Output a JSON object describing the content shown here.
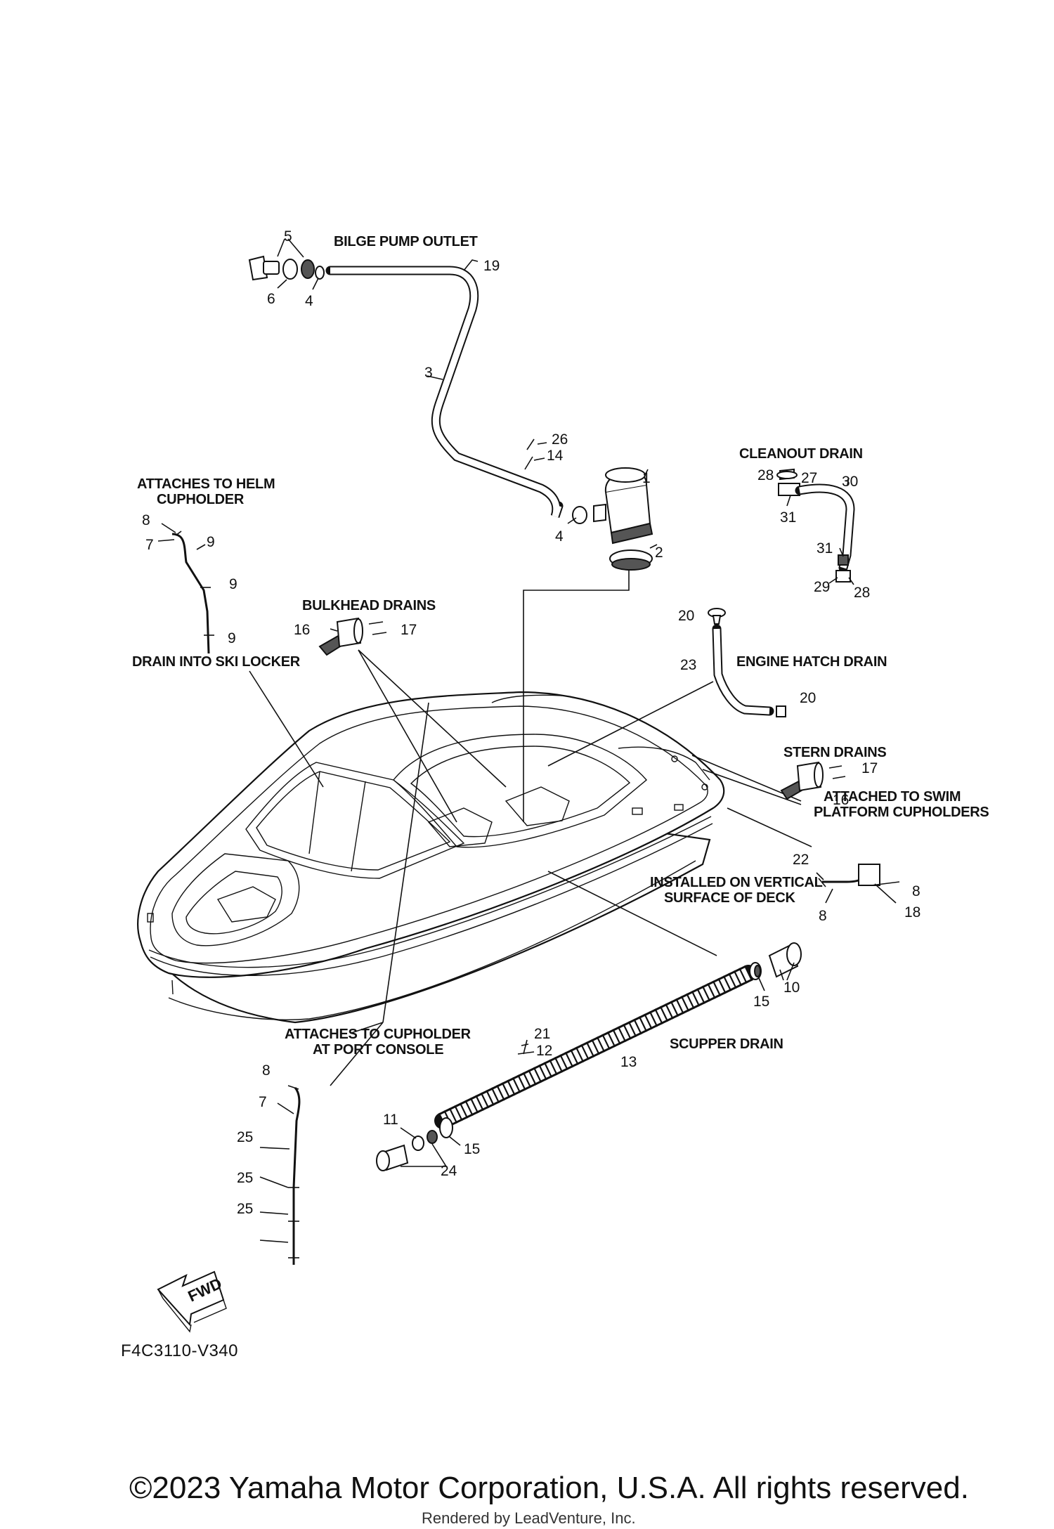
{
  "callouts": {
    "bilge_pump_outlet": "BILGE PUMP OUTLET",
    "cleanout_drain": "CLEANOUT DRAIN",
    "attaches_helm_line1": "ATTACHES TO HELM",
    "attaches_helm_line2": "CUPHOLDER",
    "bulkhead_drains": "BULKHEAD DRAINS",
    "drain_ski_locker": "DRAIN INTO SKI LOCKER",
    "engine_hatch_drain": "ENGINE HATCH DRAIN",
    "stern_drains": "STERN DRAINS",
    "attached_swim_line1": "ATTACHED TO SWIM",
    "attached_swim_line2": "PLATFORM CUPHOLDERS",
    "installed_vertical_line1": "INSTALLED ON VERTICAL",
    "installed_vertical_line2": "SURFACE OF DECK",
    "attaches_port_line1": "ATTACHES TO CUPHOLDER",
    "attaches_port_line2": "AT PORT CONSOLE",
    "scupper_drain": "SCUPPER DRAIN"
  },
  "part_numbers": {
    "p1": "1",
    "p2": "2",
    "p3": "3",
    "p4a": "4",
    "p4b": "4",
    "p5": "5",
    "p6": "6",
    "p7a": "7",
    "p7b": "7",
    "p8a": "8",
    "p8b": "8",
    "p8c": "8",
    "p8d": "8",
    "p9a": "9",
    "p9b": "9",
    "p9c": "9",
    "p10": "10",
    "p11": "11",
    "p12": "12",
    "p13": "13",
    "p14": "14",
    "p15a": "15",
    "p15b": "15",
    "p16a": "16",
    "p16b": "16",
    "p17a": "17",
    "p17b": "17",
    "p18": "18",
    "p19": "19",
    "p20a": "20",
    "p20b": "20",
    "p21": "21",
    "p22": "22",
    "p23": "23",
    "p24": "24",
    "p25a": "25",
    "p25b": "25",
    "p25c": "25",
    "p26": "26",
    "p27": "27",
    "p28a": "28",
    "p28b": "28",
    "p29": "29",
    "p30": "30",
    "p31a": "31",
    "p31b": "31"
  },
  "fwd_label": "FWD",
  "diagram_code": "F4C3110-V340",
  "copyright": "©2023 Yamaha Motor Corporation, U.S.A. All rights reserved.",
  "rendered_by": "Rendered by LeadVenture, Inc."
}
